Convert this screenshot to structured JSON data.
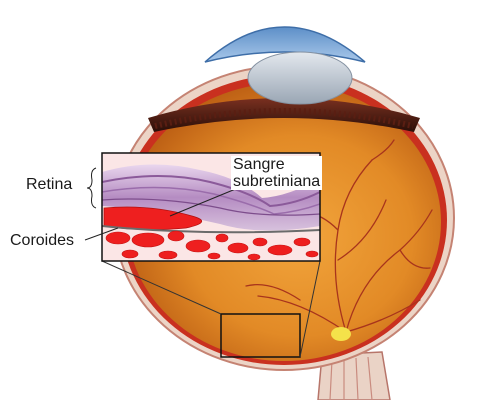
{
  "labels": {
    "retina": "Retina",
    "coroides": "Coroides",
    "sangre_line1": "Sangre",
    "sangre_line2": "subretiniana"
  },
  "colors": {
    "sclera_outer": "#e9cdbf",
    "choroid_red": "#c62b1c",
    "fundus_orange": "#e9952e",
    "fundus_deep": "#c56614",
    "iris_dark": "#3a1710",
    "cornea_blue": "#7ba9d8",
    "lens": "#c9d2dc",
    "retina_purple": "#b98fc4",
    "blood_red": "#ee1f1f",
    "optic_disc": "#f4e24a"
  }
}
